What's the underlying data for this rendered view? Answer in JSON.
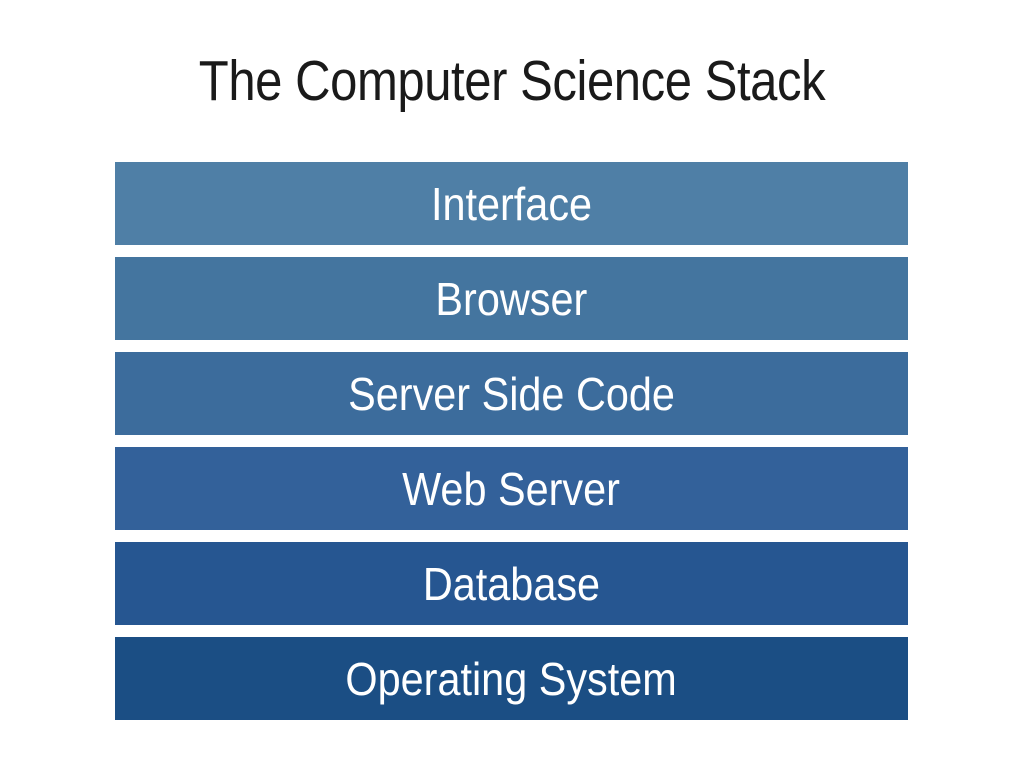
{
  "slide": {
    "background_color": "#ffffff",
    "title": "The Computer Science Stack",
    "title_color": "#1a1a1a"
  },
  "stack": {
    "label_color": "#ffffff",
    "layers": [
      {
        "label": "Interface",
        "color": "#4f7fa6",
        "level": 1
      },
      {
        "label": "Browser",
        "color": "#44759f",
        "level": 2
      },
      {
        "label": "Server Side Code",
        "color": "#3c6c9c",
        "level": 3
      },
      {
        "label": "Web Server",
        "color": "#33619a",
        "level": 4
      },
      {
        "label": "Database",
        "color": "#265691",
        "level": 5
      },
      {
        "label": "Operating System",
        "color": "#1b4e84",
        "level": 6
      }
    ]
  }
}
